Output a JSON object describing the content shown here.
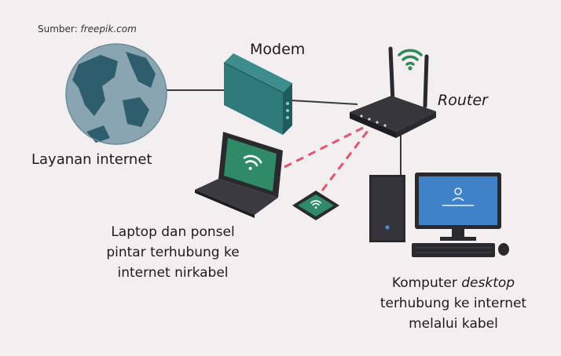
{
  "source": {
    "prefix": "Sumber: ",
    "site": "freepik.com"
  },
  "labels": {
    "modem": "Modem",
    "router": "Router",
    "internet_service": "Layanan internet",
    "wireless_line1": "Laptop dan ponsel",
    "wireless_line2": "pintar terhubung ke",
    "wireless_line3": "internet nirkabel",
    "wired_line1_a": "Komputer ",
    "wired_line1_b": "desktop",
    "wired_line2": "terhubung ke internet",
    "wired_line3": "melalui kabel"
  },
  "colors": {
    "background": "#f3eef0",
    "globe_ocean": "#8aa5b2",
    "globe_land": "#2e5e6e",
    "modem": "#2f7a7a",
    "device_dark": "#2a2a2e",
    "screen_green": "#2f8a68",
    "monitor_screen": "#3f82c7",
    "wireless_link": "#e0566a",
    "wired_link": "#3a3a3a",
    "wifi_signal": "#2e8b57"
  },
  "icons": [
    "globe-icon",
    "modem-icon",
    "router-icon",
    "laptop-icon",
    "smartphone-icon",
    "desktop-tower-icon",
    "monitor-icon",
    "keyboard-icon",
    "mouse-icon",
    "wifi-icon"
  ]
}
